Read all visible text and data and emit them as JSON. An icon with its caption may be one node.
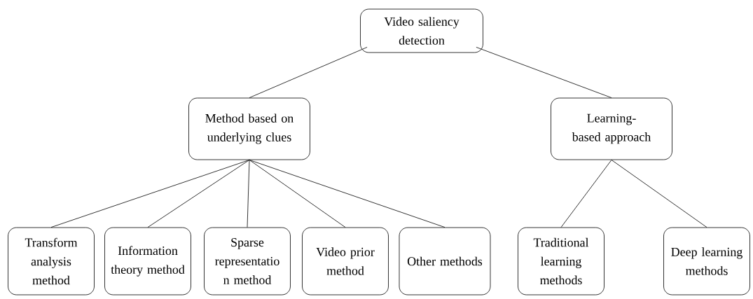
{
  "diagram": {
    "nodes": [
      {
        "text": [
          "Video saliency detection"
        ]
      },
      {
        "text": [
          "Method based on underlying clues"
        ]
      },
      {
        "text": [
          "Learning-based approach"
        ]
      },
      {
        "text": [
          "Transform analysis method"
        ]
      },
      {
        "text": [
          "Information theory method"
        ]
      },
      {
        "text": [
          "Sparse representatio n method"
        ]
      },
      {
        "text": [
          "Video prior method"
        ]
      },
      {
        "text": [
          "Other methods"
        ]
      },
      {
        "text": [
          "Traditional learning methods"
        ]
      },
      {
        "text": [
          "Deep learning methods"
        ]
      }
    ],
    "edges": [
      {
        "from": 0,
        "to": 1,
        "arrow": "none"
      },
      {
        "from": 0,
        "to": 2,
        "arrow": "none"
      },
      {
        "from": 1,
        "to": 3,
        "arrow": "none"
      },
      {
        "from": 1,
        "to": 4,
        "arrow": "none"
      },
      {
        "from": 1,
        "to": 5,
        "arrow": "none"
      },
      {
        "from": 1,
        "to": 6,
        "arrow": "none"
      },
      {
        "from": 1,
        "to": 7,
        "arrow": "none"
      },
      {
        "from": 2,
        "to": 8,
        "arrow": "none"
      },
      {
        "from": 2,
        "to": 9,
        "arrow": "none"
      }
    ]
  }
}
